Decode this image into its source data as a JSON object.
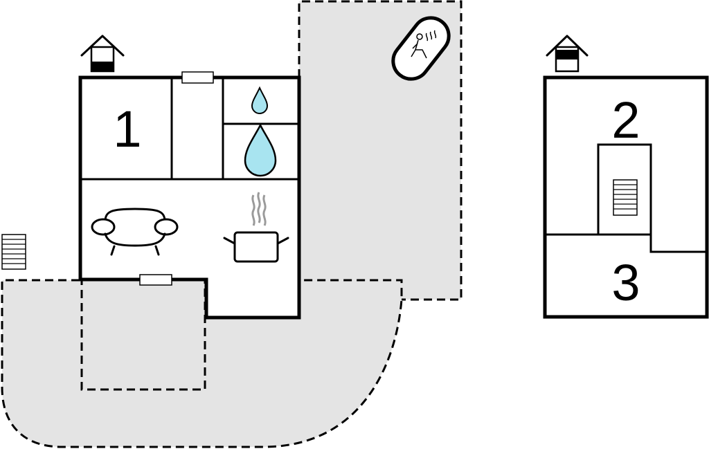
{
  "rooms": {
    "room_1": "1",
    "room_2": "2",
    "room_3": "3"
  },
  "icons": [
    "house-floor-ground-icon",
    "house-floor-upper-icon",
    "stairs-icon",
    "water-drop-small-icon",
    "water-drop-large-icon",
    "sofa-icon",
    "cooking-pot-icon",
    "sauna-icon",
    "window-icon"
  ],
  "colors": {
    "terrace": "#e4e4e4",
    "water": "#a8e4f0",
    "walls": "#000000"
  }
}
